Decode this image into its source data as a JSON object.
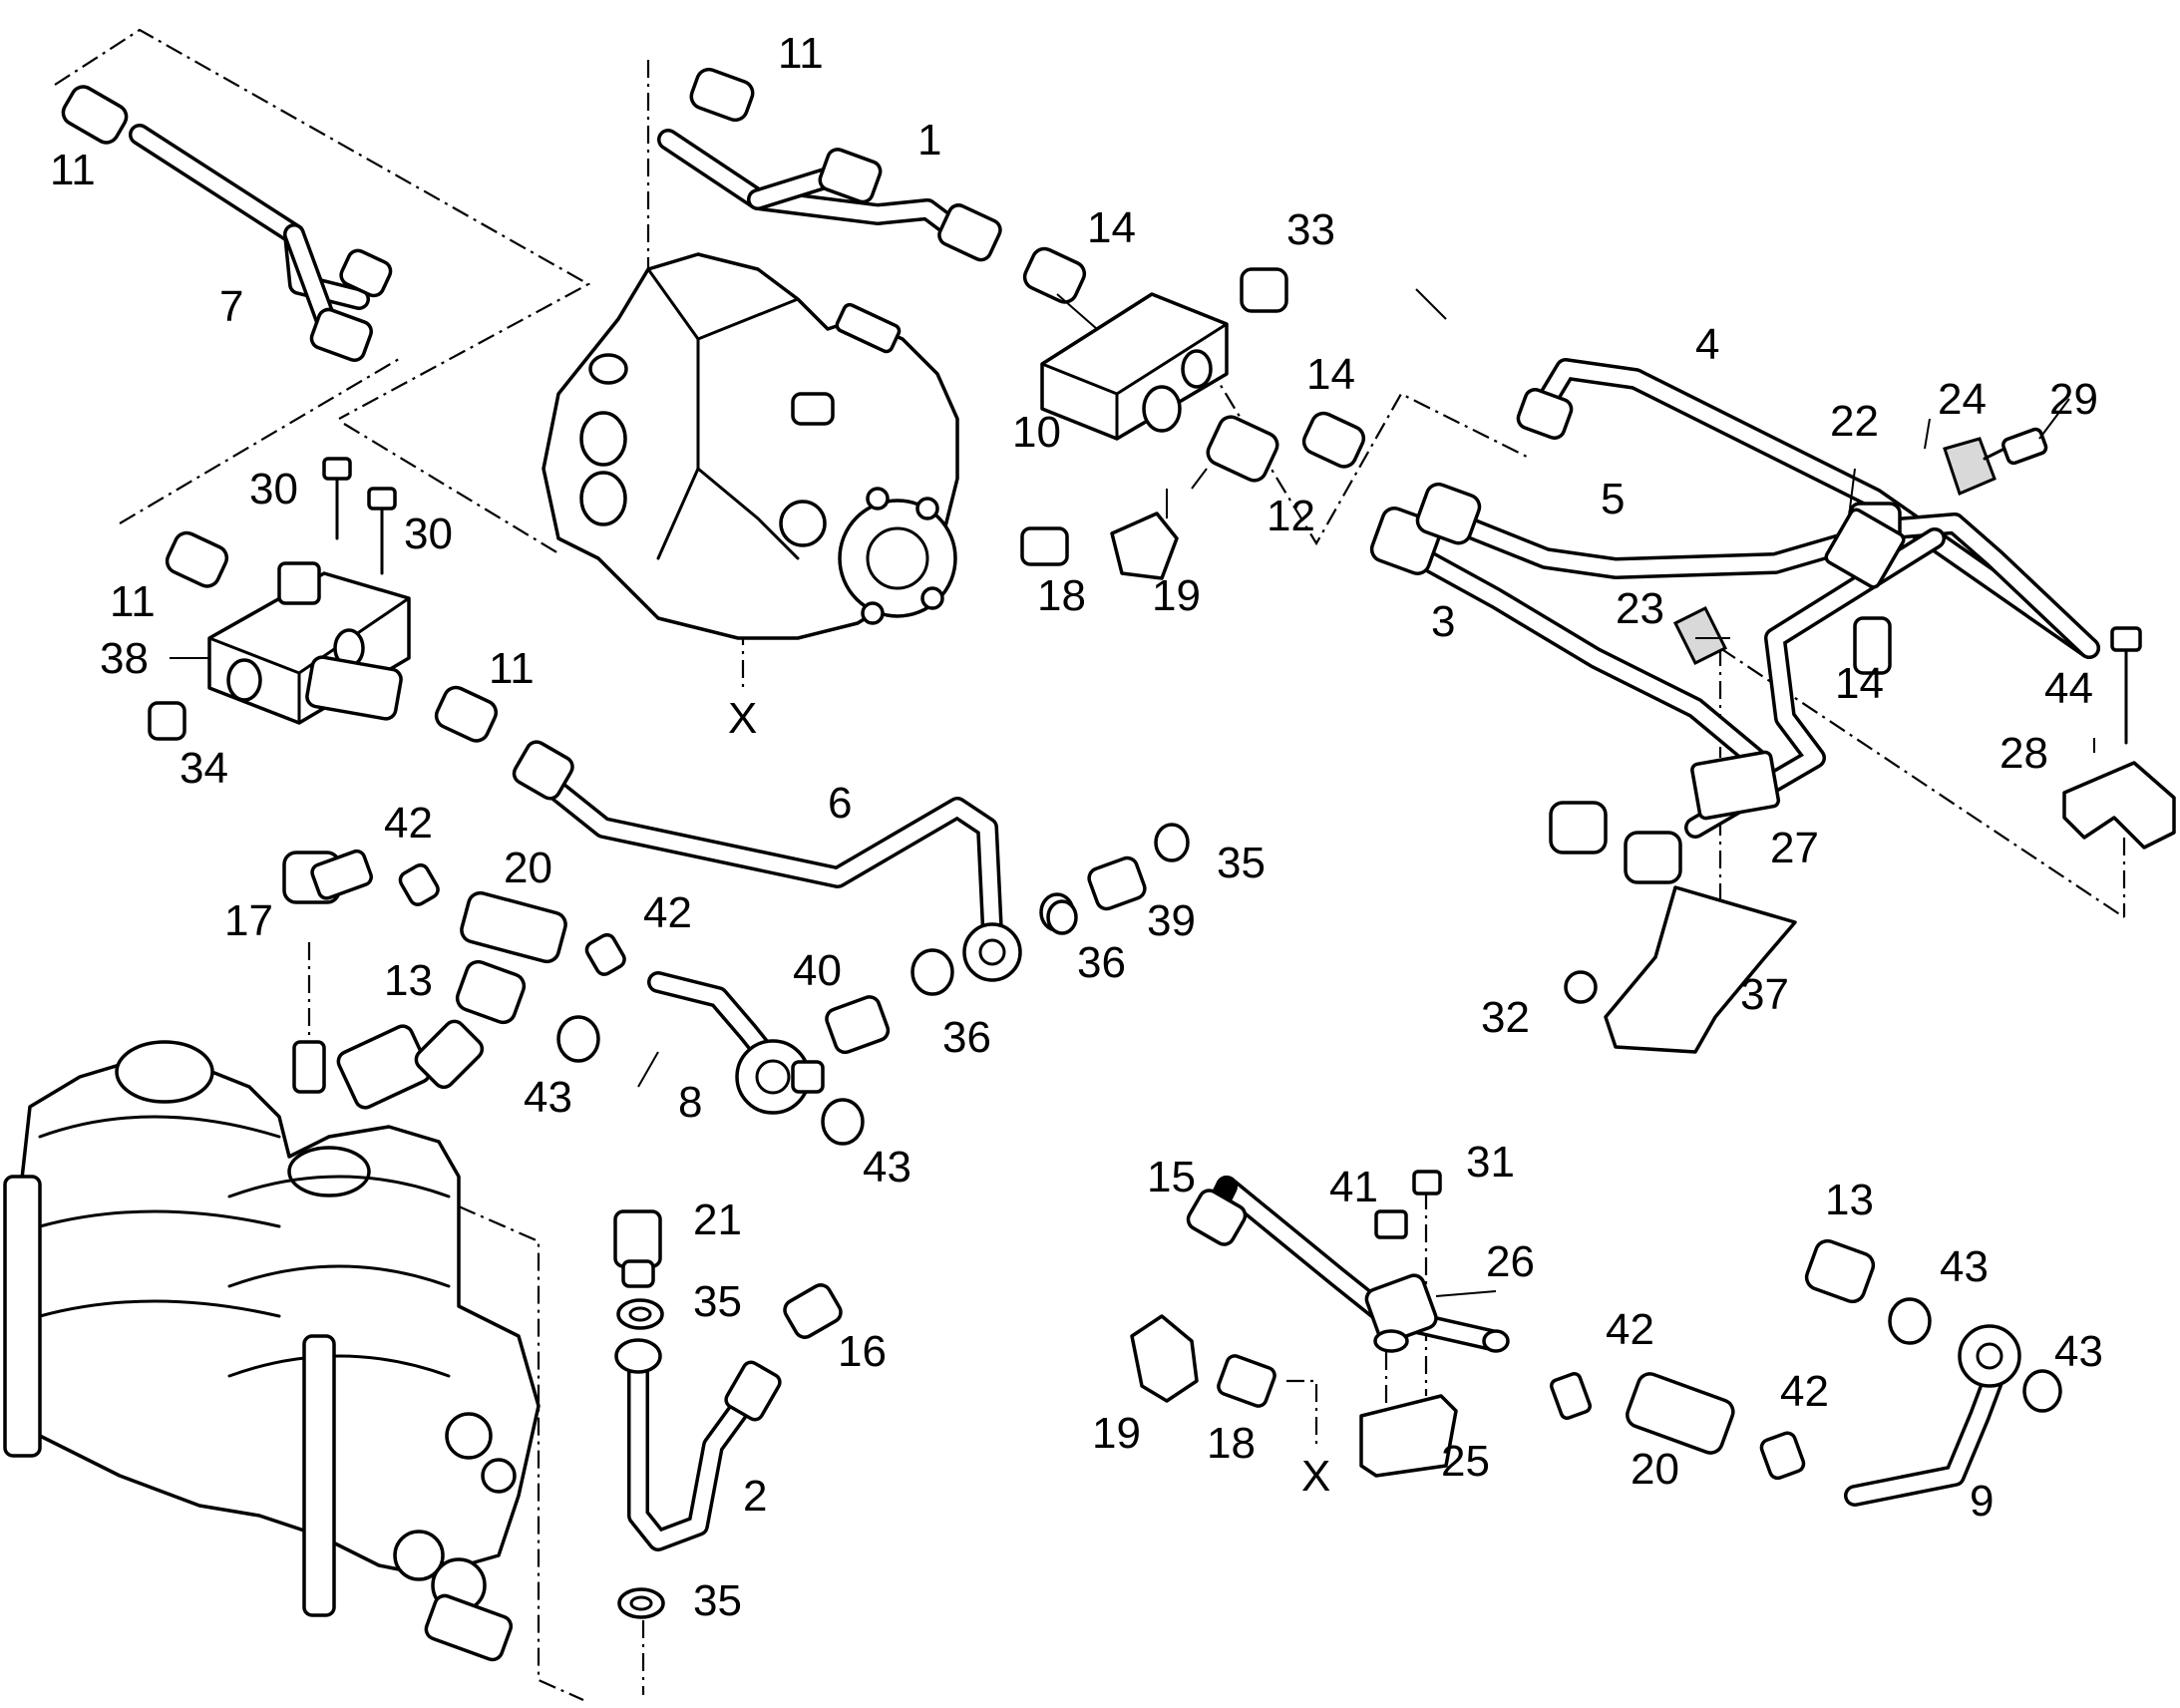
{
  "diagram": {
    "callouts": [
      {
        "id": "c1",
        "text": "1"
      },
      {
        "id": "c11a",
        "text": "11"
      },
      {
        "id": "c11b",
        "text": "11"
      },
      {
        "id": "c7",
        "text": "7"
      },
      {
        "id": "c14a",
        "text": "14"
      },
      {
        "id": "c33",
        "text": "33"
      },
      {
        "id": "c10",
        "text": "10"
      },
      {
        "id": "c14b",
        "text": "14"
      },
      {
        "id": "c12",
        "text": "12"
      },
      {
        "id": "c4",
        "text": "4"
      },
      {
        "id": "c22",
        "text": "22"
      },
      {
        "id": "c24",
        "text": "24"
      },
      {
        "id": "c29",
        "text": "29"
      },
      {
        "id": "c5",
        "text": "5"
      },
      {
        "id": "c30a",
        "text": "30"
      },
      {
        "id": "c30b",
        "text": "30"
      },
      {
        "id": "c11c",
        "text": "11"
      },
      {
        "id": "c38",
        "text": "38"
      },
      {
        "id": "c18a",
        "text": "18"
      },
      {
        "id": "c19a",
        "text": "19"
      },
      {
        "id": "c3",
        "text": "3"
      },
      {
        "id": "c23",
        "text": "23"
      },
      {
        "id": "c14c",
        "text": "14"
      },
      {
        "id": "c44",
        "text": "44"
      },
      {
        "id": "c11d",
        "text": "11"
      },
      {
        "id": "cXa",
        "text": "X"
      },
      {
        "id": "c34",
        "text": "34"
      },
      {
        "id": "c28",
        "text": "28"
      },
      {
        "id": "c6",
        "text": "6"
      },
      {
        "id": "c42a",
        "text": "42"
      },
      {
        "id": "c20a",
        "text": "20"
      },
      {
        "id": "c35a",
        "text": "35"
      },
      {
        "id": "c27",
        "text": "27"
      },
      {
        "id": "c17",
        "text": "17"
      },
      {
        "id": "c42b",
        "text": "42"
      },
      {
        "id": "c39",
        "text": "39"
      },
      {
        "id": "c13a",
        "text": "13"
      },
      {
        "id": "c40",
        "text": "40"
      },
      {
        "id": "c36a",
        "text": "36"
      },
      {
        "id": "c36b",
        "text": "36"
      },
      {
        "id": "c37",
        "text": "37"
      },
      {
        "id": "c32",
        "text": "32"
      },
      {
        "id": "c43a",
        "text": "43"
      },
      {
        "id": "c8",
        "text": "8"
      },
      {
        "id": "c43b",
        "text": "43"
      },
      {
        "id": "c31",
        "text": "31"
      },
      {
        "id": "c15",
        "text": "15"
      },
      {
        "id": "c41",
        "text": "41"
      },
      {
        "id": "c21",
        "text": "21"
      },
      {
        "id": "c26",
        "text": "26"
      },
      {
        "id": "c13b",
        "text": "13"
      },
      {
        "id": "c35b",
        "text": "35"
      },
      {
        "id": "c43c",
        "text": "43"
      },
      {
        "id": "c42c",
        "text": "42"
      },
      {
        "id": "c16",
        "text": "16"
      },
      {
        "id": "c42d",
        "text": "42"
      },
      {
        "id": "c43d",
        "text": "43"
      },
      {
        "id": "c19b",
        "text": "19"
      },
      {
        "id": "c18b",
        "text": "18"
      },
      {
        "id": "c25",
        "text": "25"
      },
      {
        "id": "c20b",
        "text": "20"
      },
      {
        "id": "cXb",
        "text": "X"
      },
      {
        "id": "c2",
        "text": "2"
      },
      {
        "id": "c9",
        "text": "9"
      },
      {
        "id": "c35c",
        "text": "35"
      }
    ]
  }
}
